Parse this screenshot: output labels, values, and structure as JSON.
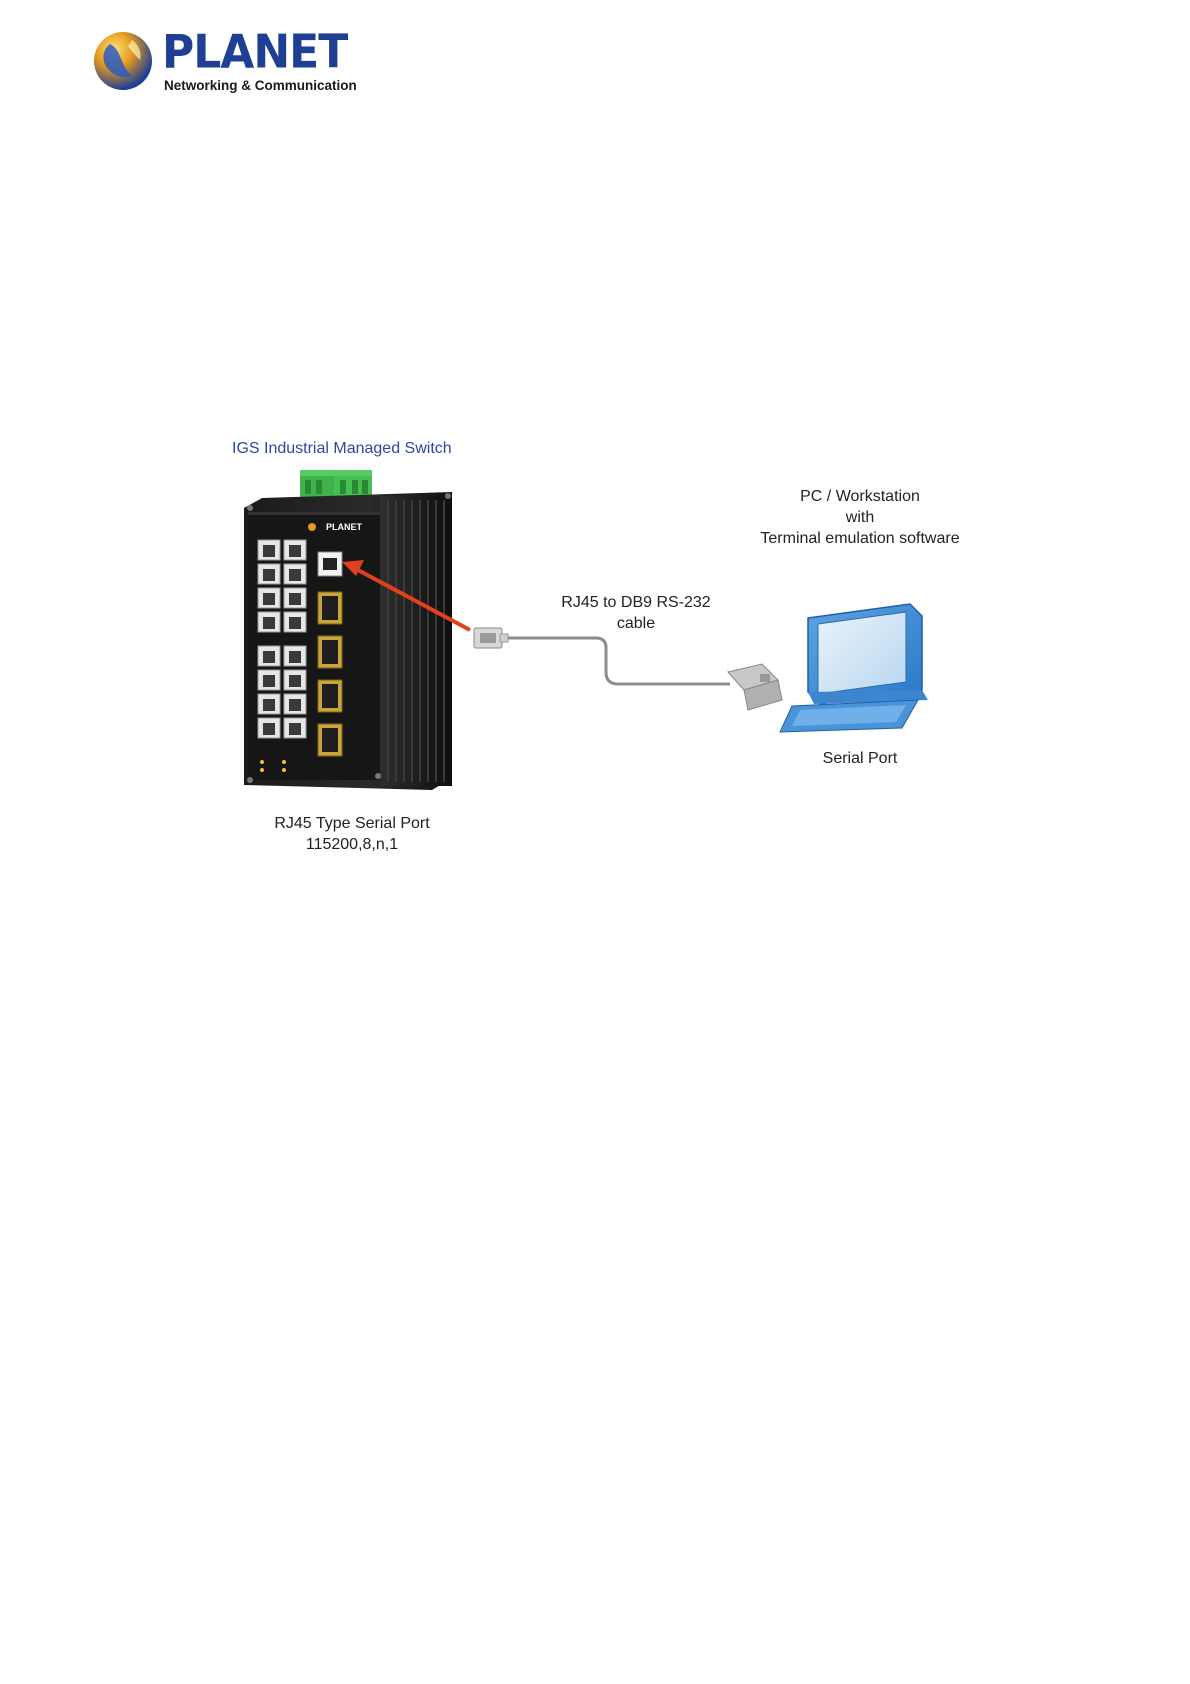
{
  "header": {
    "brand": "PLANET",
    "tagline": "Networking & Communication"
  },
  "diagram": {
    "switch_title": "IGS Industrial Managed Switch",
    "switch_brand": "PLANET",
    "pc_label_line1": "PC / Workstation",
    "pc_label_line2": "with",
    "pc_label_line3": "Terminal emulation software",
    "cable_label_line1": "RJ45 to DB9 RS-232",
    "cable_label_line2": "cable",
    "serial_port_label": "Serial Port",
    "port_label_line1": "RJ45 Type Serial Port",
    "port_label_line2": "115200,8,n,1"
  },
  "colors": {
    "brand_blue": "#1f3f94",
    "title_blue": "#2f47a3",
    "arrow_red": "#e2401c",
    "terminal_green": "#3fb24a"
  }
}
